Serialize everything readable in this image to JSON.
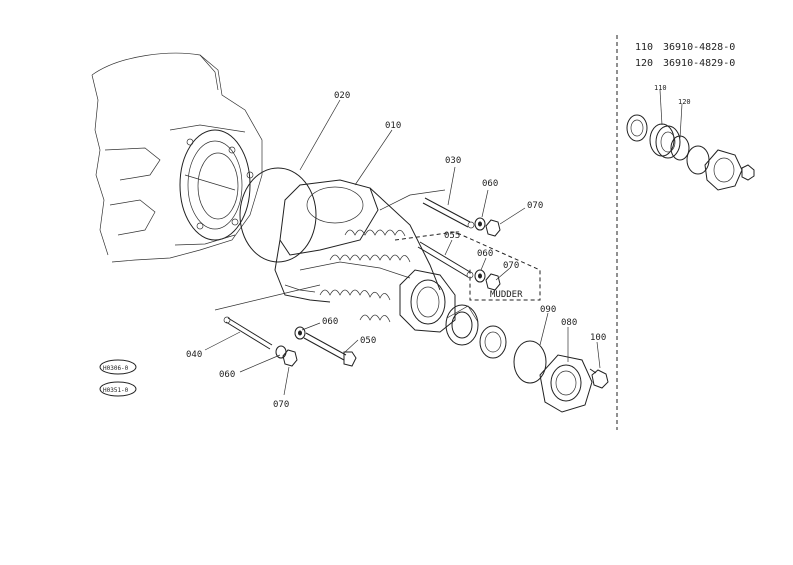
{
  "legend": [
    {
      "ref": "110",
      "part": "36910-4828-0"
    },
    {
      "ref": "120",
      "part": "36910-4829-0"
    }
  ],
  "callouts": {
    "c020": "020",
    "c010": "010",
    "c030": "030",
    "c060a": "060",
    "c070a": "070",
    "c055": "055",
    "c060b": "060",
    "c070b": "070",
    "mudder": "MUDDER",
    "c090": "090",
    "c080": "080",
    "c100": "100",
    "c060c": "060",
    "c050": "050",
    "c040": "040",
    "c060d": "060",
    "c070c": "070",
    "c110": "110",
    "c120": "120"
  },
  "badges": {
    "badge1": "H0306-0",
    "badge2": "H0351-0"
  }
}
